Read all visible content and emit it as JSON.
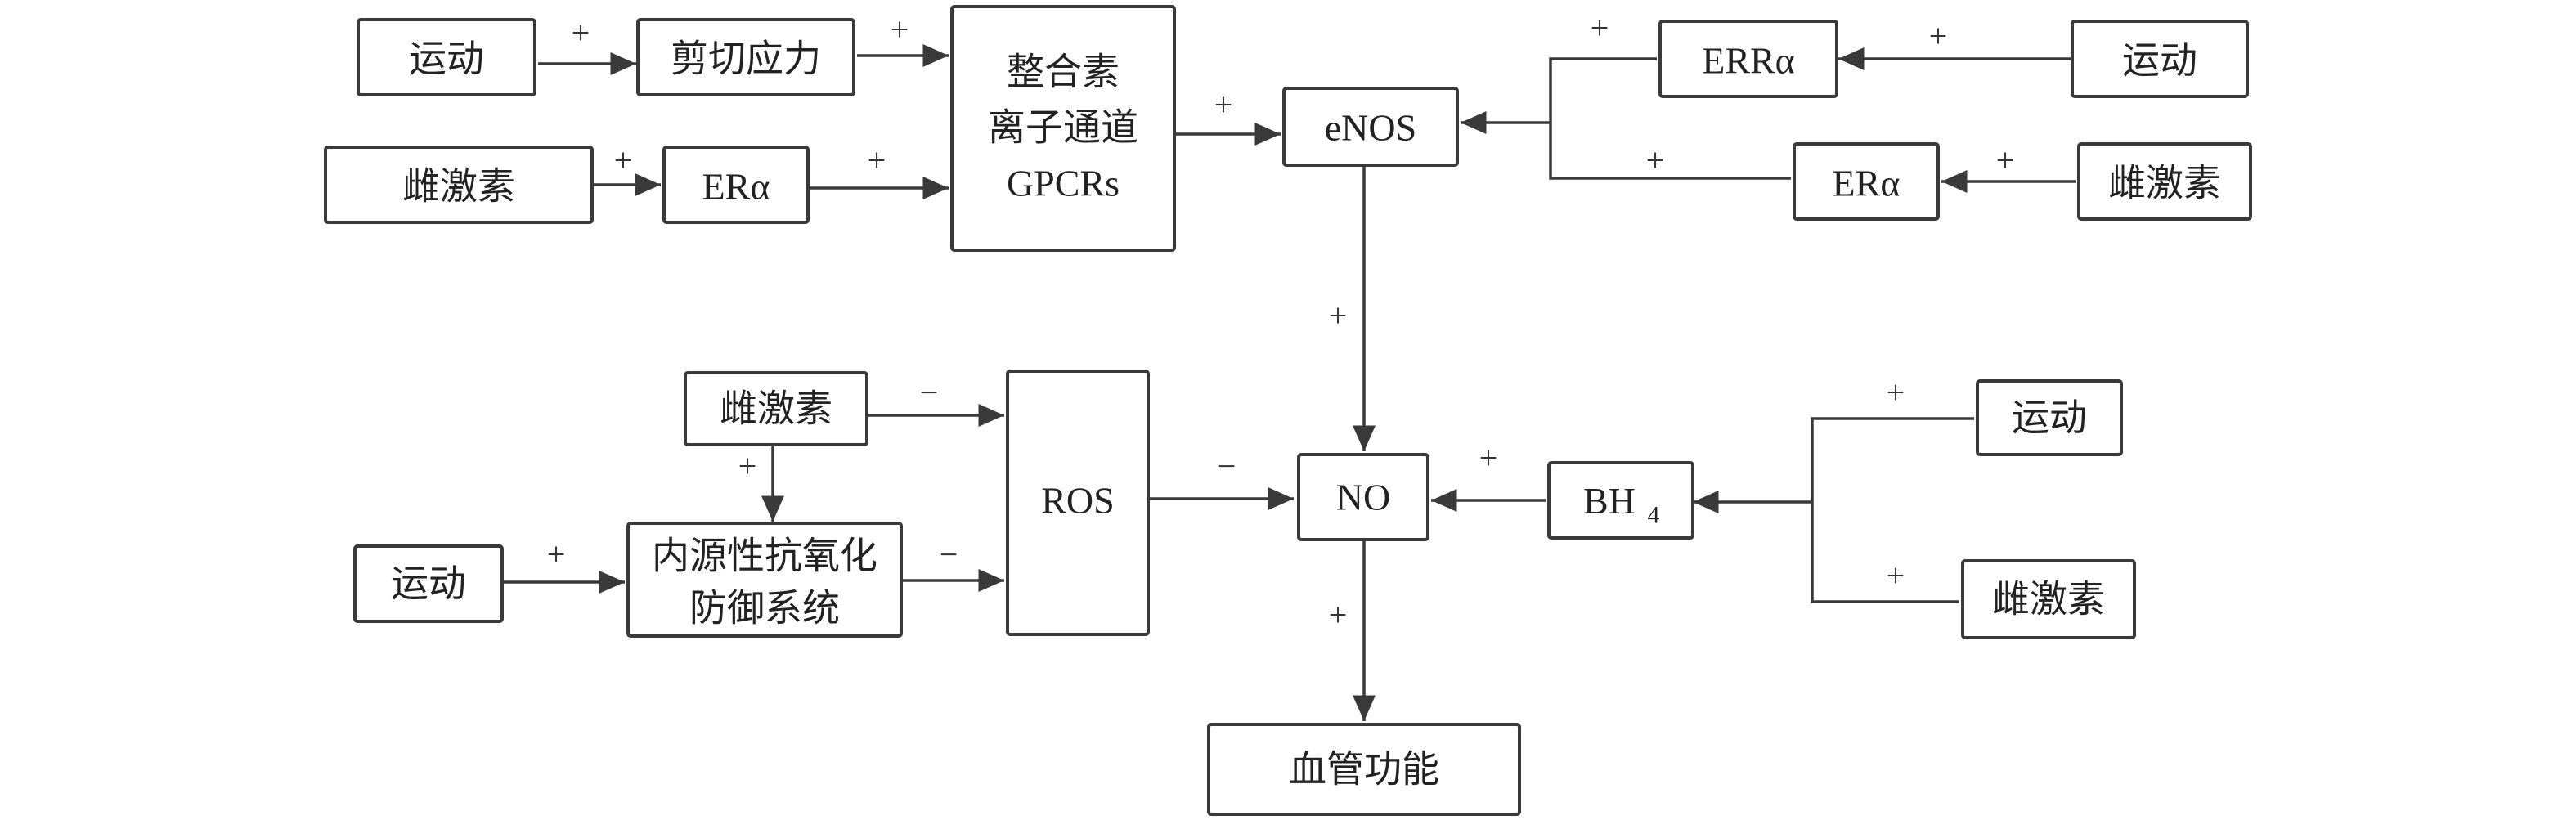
{
  "nodes": {
    "exercise_1": "运动",
    "shear_stress": "剪切应力",
    "integrin": {
      "line1": "整合素",
      "line2": "离子通道",
      "line3": "GPCRs"
    },
    "estrogen_1": "雌激素",
    "er_alpha_left": "ERα",
    "enos": "eNOS",
    "err_alpha": "ERRα",
    "exercise_2": "运动",
    "er_alpha_right": "ERα",
    "estrogen_2": "雌激素",
    "estrogen_3": "雌激素",
    "ros": "ROS",
    "no": "NO",
    "bh4": {
      "base": "BH",
      "sub": "4"
    },
    "exercise_3": "运动",
    "antioxidant": {
      "line1": "内源性抗氧化",
      "line2": "防御系统"
    },
    "exercise_4": "运动",
    "estrogen_4": "雌激素",
    "vascular_function": "血管功能"
  },
  "signs": {
    "s1": "+",
    "s2": "+",
    "s3": "+",
    "s4": "+",
    "s5": "+",
    "s6": "+",
    "s7": "+",
    "s8": "+",
    "s9": "+",
    "s10": "−",
    "s11": "+",
    "s12": "+",
    "s13": "−",
    "s14": "−",
    "s15": "+",
    "s16": "+",
    "s17": "+",
    "s18": "+"
  },
  "colors": {
    "line": "#3a3a3a",
    "text": "#222222"
  }
}
